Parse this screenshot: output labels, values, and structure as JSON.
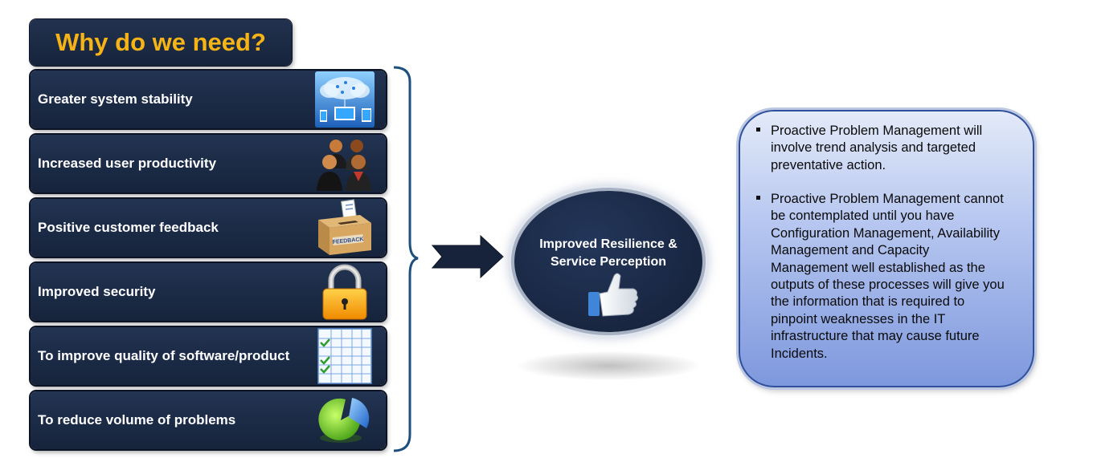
{
  "title": "Why do we need?",
  "items": [
    {
      "label": "Greater system stability",
      "icon": "cloud-network-icon"
    },
    {
      "label": "Increased user productivity",
      "icon": "people-meeting-icon"
    },
    {
      "label": "Positive customer feedback",
      "icon": "feedback-box-icon"
    },
    {
      "label": "Improved security",
      "icon": "padlock-icon"
    },
    {
      "label": "To improve quality of software/product",
      "icon": "checklist-icon"
    },
    {
      "label": "To reduce volume of problems",
      "icon": "pie-chart-icon"
    }
  ],
  "feedback_icon_text": "FEEDBACK",
  "result": {
    "line1": "Improved Resilience &",
    "line2": "Service Perception",
    "icon": "thumbs-up-icon"
  },
  "notes": [
    "Proactive Problem Management will involve trend analysis and targeted preventative action.",
    "Proactive Problem Management cannot be contemplated until you have Configuration Management, Availability Management and Capacity Management well established as the outputs of these processes will give you the information that is required to pinpoint weaknesses in the IT infrastructure that may cause future Incidents."
  ],
  "colors": {
    "title_text": "#f6b316",
    "box_fill": "#1a2945",
    "info_fill": "#a9bdee",
    "info_border": "#2f4f9c"
  }
}
